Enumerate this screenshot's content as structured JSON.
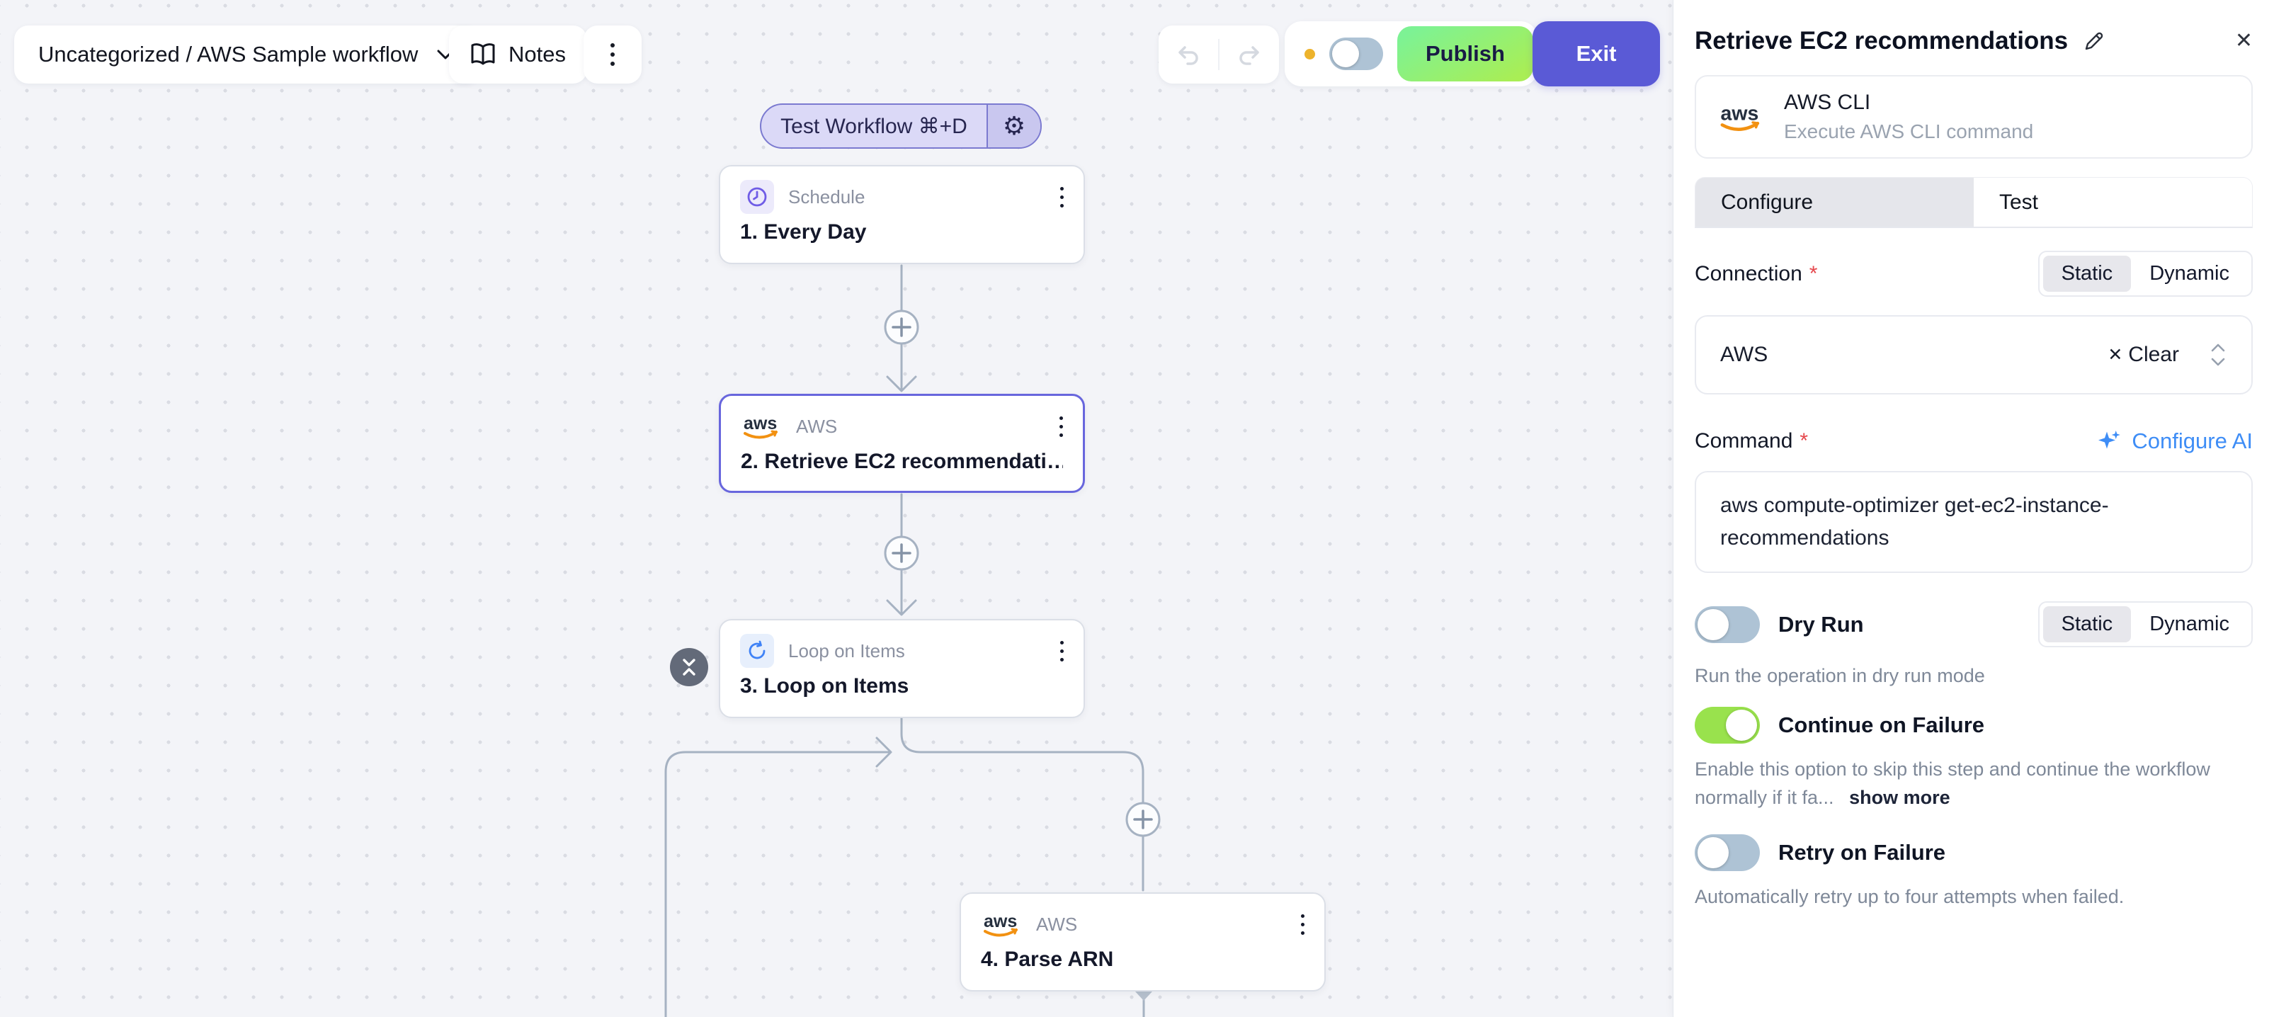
{
  "topbar": {
    "breadcrumb": "Uncategorized / AWS Sample workflow",
    "notes": "Notes",
    "publish": "Publish",
    "exit": "Exit"
  },
  "canvas": {
    "test_workflow": "Test Workflow ⌘+D",
    "nodes": [
      {
        "app": "Schedule",
        "title": "1. Every Day"
      },
      {
        "app": "AWS",
        "title": "2. Retrieve EC2 recommendati…"
      },
      {
        "app": "Loop on Items",
        "title": "3. Loop on Items"
      },
      {
        "app": "AWS",
        "title": "4. Parse ARN"
      }
    ]
  },
  "panel": {
    "title": "Retrieve EC2 recommendations",
    "piece_name": "AWS CLI",
    "piece_description": "Execute AWS CLI command",
    "tabs": {
      "configure": "Configure",
      "test": "Test"
    },
    "mode": {
      "static": "Static",
      "dynamic": "Dynamic"
    },
    "connection": {
      "label": "Connection",
      "required_mark": "*",
      "value": "AWS",
      "clear": "Clear"
    },
    "command": {
      "label": "Command",
      "required_mark": "*",
      "configure_ai": "Configure AI",
      "value": "aws compute-optimizer get-ec2-instance-recommendations"
    },
    "dry_run": {
      "label": "Dry Run",
      "enabled": false,
      "help": "Run the operation in dry run mode"
    },
    "continue_on_failure": {
      "label": "Continue on Failure",
      "enabled": true,
      "description": "Enable this option to skip this step and continue the workflow normally if it fa...",
      "show_more": "show more"
    },
    "retry_on_failure": {
      "label": "Retry on Failure",
      "enabled": false,
      "description": "Automatically retry up to four attempts when failed."
    }
  },
  "icons": {
    "aws_logo_text": "aws",
    "close": "✕",
    "clear_x": "✕",
    "gear": "⚙"
  },
  "colors": {
    "accent_indigo": "#5a5ad6",
    "selected_node_border": "#6866dd",
    "publish_gradient": [
      "#7df294",
      "#a9ee55"
    ],
    "toggle_on": "#99e24d",
    "toggle_off": "#aec3d5",
    "connector": "#a6b2c2",
    "link_blue": "#3e8df6",
    "required_red": "#e5484d",
    "unsaved_dot": "#edb32c"
  }
}
